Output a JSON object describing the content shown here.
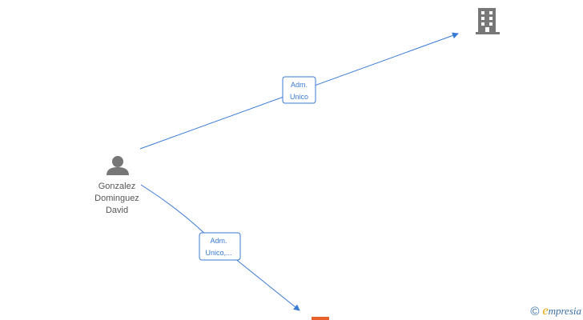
{
  "nodes": {
    "person": {
      "name_lines": [
        "Gonzalez",
        "Dominguez",
        "David"
      ],
      "icon": "person-icon"
    },
    "company_top": {
      "icon": "building-icon"
    },
    "company_bottom": {
      "icon": "building-icon-partial"
    }
  },
  "edges": [
    {
      "from": "person",
      "to": "company_top",
      "label_lines": [
        "Adm.",
        "Unico"
      ]
    },
    {
      "from": "person",
      "to": "company_bottom",
      "label_lines": [
        "Adm.",
        "Unico,..."
      ]
    }
  ],
  "footer": {
    "copyright_symbol": "©",
    "brand_initial": "e",
    "brand_rest": "mpresia"
  },
  "colors": {
    "edge": "#3a7bd5",
    "icon_gray": "#777777",
    "partial_node_orange": "#e8602c"
  }
}
